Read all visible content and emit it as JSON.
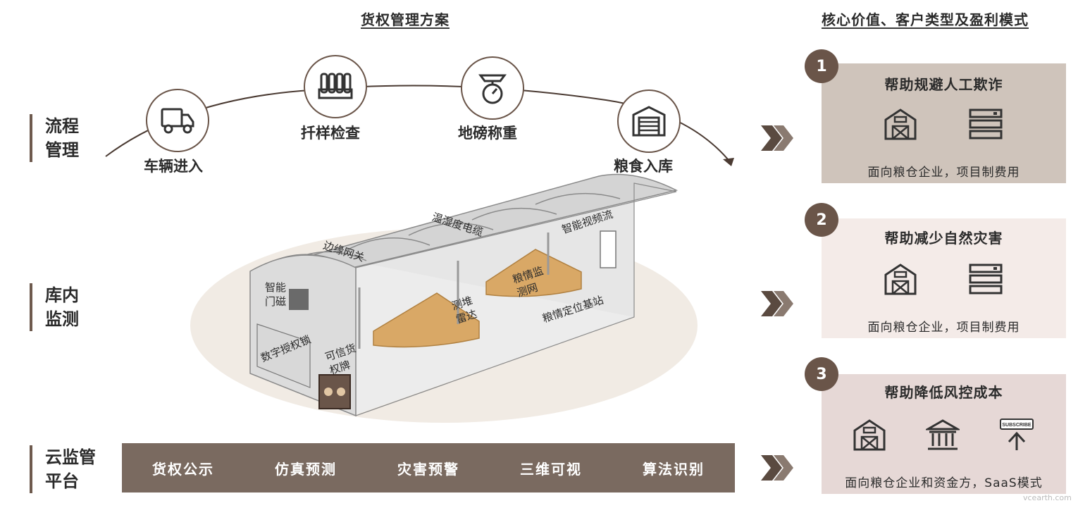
{
  "headers": {
    "left": "货权管理方案",
    "right": "核心价值、客户类型及盈利模式"
  },
  "rows": {
    "process": [
      "流程",
      "管理"
    ],
    "monitor": [
      "库内",
      "监测"
    ],
    "cloud": [
      "云监管",
      "平台"
    ]
  },
  "steps": [
    {
      "label": "车辆进入",
      "icon": "truck-icon"
    },
    {
      "label": "扦样检查",
      "icon": "sample-tubes-icon"
    },
    {
      "label": "地磅称重",
      "icon": "scale-icon"
    },
    {
      "label": "粮食入库",
      "icon": "warehouse-icon"
    }
  ],
  "warehouse_labels": {
    "edge_gateway": "边缘网关",
    "humidity_cable": "温湿度电缆",
    "video_stream": "智能视频流",
    "smart_door": [
      "智能",
      "门磁"
    ],
    "grain_monitor": [
      "粮情监",
      "测网"
    ],
    "radar": [
      "测堆",
      "雷达"
    ],
    "grain_base_station": "粮情定位基站",
    "digital_lock": "数字授权锁",
    "trusted_tag": [
      "可信货",
      "权牌"
    ]
  },
  "platform_items": [
    "货权公示",
    "仿真预测",
    "灾害预警",
    "三维可视",
    "算法识别"
  ],
  "cards": [
    {
      "num": "1",
      "title": "帮助规避人工欺诈",
      "foot": "面向粮仓企业，项目制费用",
      "bg": "#cfc4bb",
      "icons": [
        "barn-icon",
        "server-icon"
      ]
    },
    {
      "num": "2",
      "title": "帮助减少自然灾害",
      "foot": "面向粮仓企业，项目制费用",
      "bg": "#f4ebe8",
      "icons": [
        "barn-icon",
        "server-icon"
      ]
    },
    {
      "num": "3",
      "title": "帮助降低风控成本",
      "foot": "面向粮仓企业和资金方，SaaS模式",
      "bg": "#e6d8d6",
      "icons": [
        "barn-icon",
        "bank-icon",
        "subscribe-icon"
      ]
    }
  ],
  "subscribe_text": "SUBSCRIBE",
  "watermark": "vcearth.com",
  "colors": {
    "accent": "#6a5549",
    "platform": "#7a6a60",
    "chevron": "#5a4a40"
  }
}
